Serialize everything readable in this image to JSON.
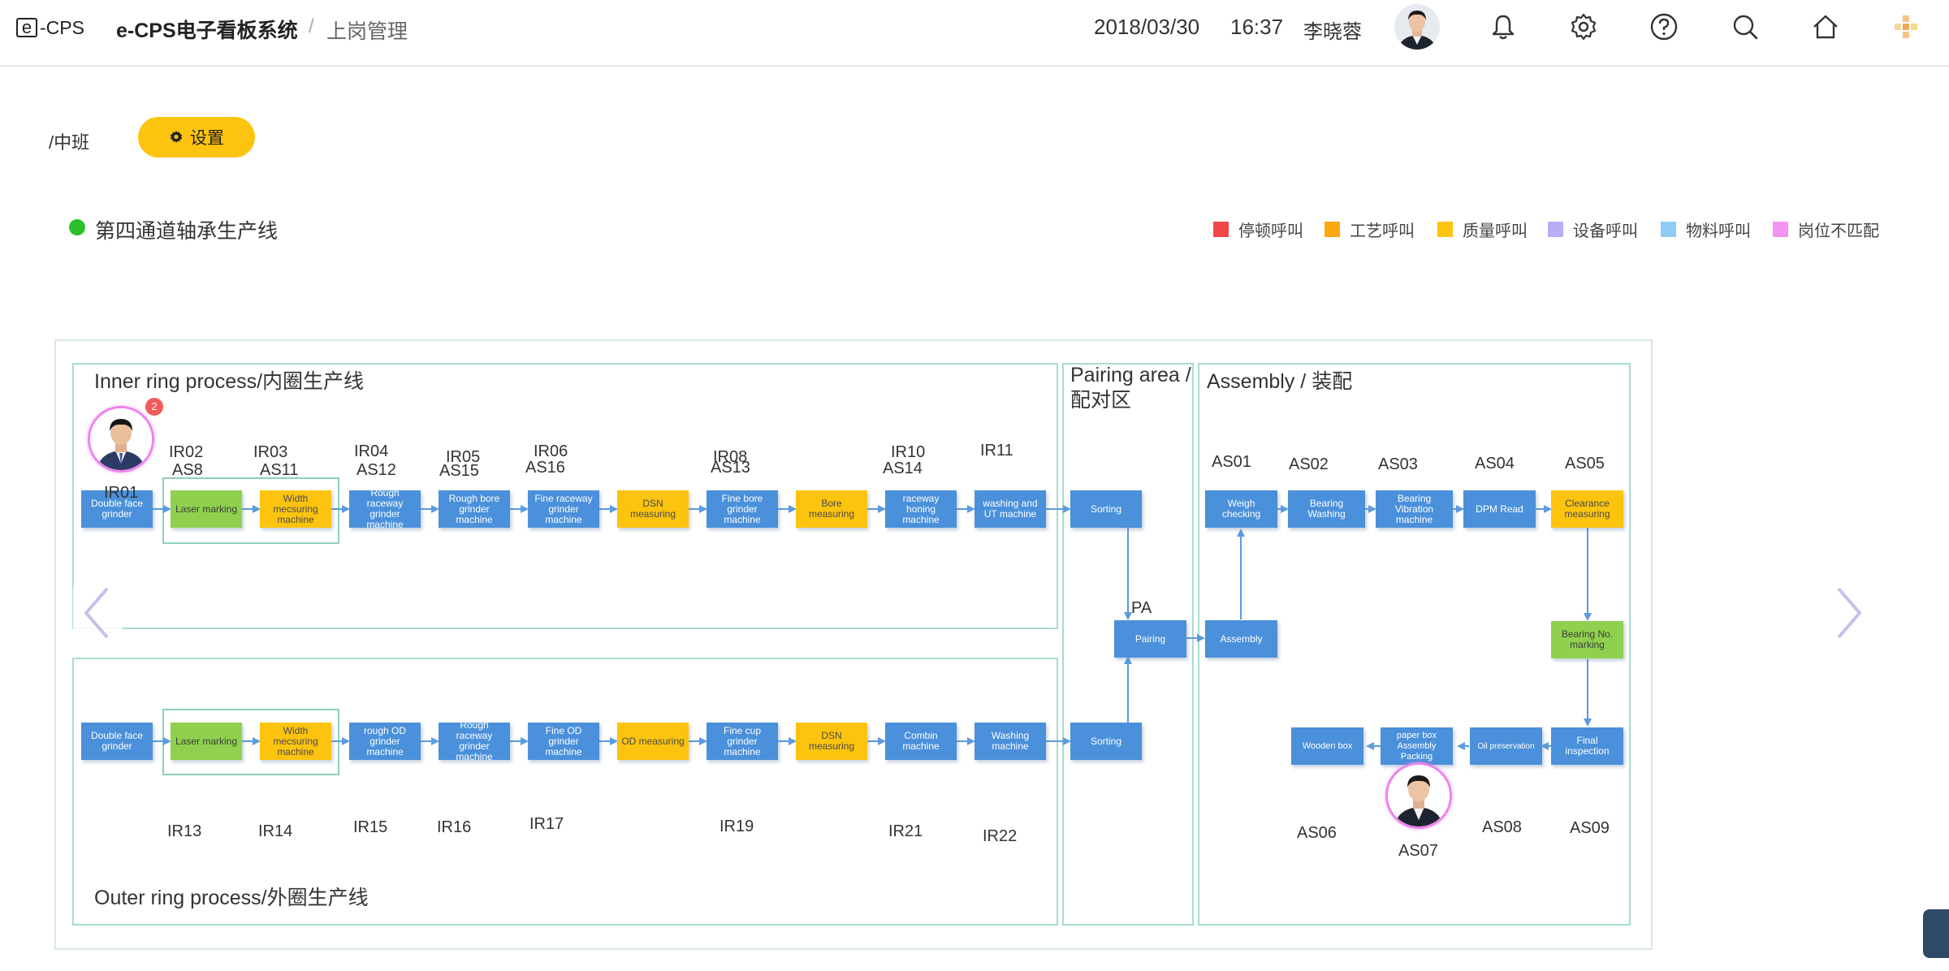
{
  "header": {
    "logo_e": "e",
    "logo_text": "-CPS",
    "app_title": "e-CPS电子看板系统",
    "breadcrumb_sep": "/",
    "breadcrumb_page": "上岗管理",
    "date": "2018/03/30",
    "time": "16:37",
    "user_name": "李晓蓉",
    "icons": [
      "bell-icon",
      "gear-icon",
      "help-icon",
      "search-icon",
      "home-icon",
      "apps-icon"
    ]
  },
  "toolbar": {
    "shift_label": "/中班",
    "settings_label": "设置"
  },
  "line": {
    "title": "第四通道轴承生产线",
    "status_color": "#2bc02b"
  },
  "legend": [
    {
      "label": "停顿呼叫",
      "color": "#f04848"
    },
    {
      "label": "工艺呼叫",
      "color": "#fda70f"
    },
    {
      "label": "质量呼叫",
      "color": "#fdc40f"
    },
    {
      "label": "设备呼叫",
      "color": "#b9aef5"
    },
    {
      "label": "物料呼叫",
      "color": "#8fcdf5"
    },
    {
      "label": "岗位不匹配",
      "color": "#f593f0"
    }
  ],
  "regions": {
    "inner_title": "Inner ring process/内圈生产线",
    "outer_title": "Outer ring process/外圈生产线",
    "pairing_title": "Pairing area /配对区",
    "assembly_title": "Assembly / 装配"
  },
  "inner_badge": "2",
  "inner_machines": [
    {
      "label": "Double face grinder",
      "status": "normal"
    },
    {
      "label": "Laser marking",
      "status": "ok"
    },
    {
      "label": "Width mecsuring machine",
      "status": "quality"
    },
    {
      "label": "Rough raceway grinder machine",
      "status": "normal"
    },
    {
      "label": "Rough bore grinder machine",
      "status": "normal"
    },
    {
      "label": "Fine raceway grinder machine",
      "status": "normal"
    },
    {
      "label": "DSN measuring",
      "status": "quality"
    },
    {
      "label": "Fine bore grinder machine",
      "status": "normal"
    },
    {
      "label": "Bore measuring",
      "status": "quality"
    },
    {
      "label": "raceway honing machine",
      "status": "normal"
    },
    {
      "label": "washing and UT machine",
      "status": "normal"
    },
    {
      "label": "Sorting",
      "status": "normal"
    }
  ],
  "outer_machines": [
    {
      "label": "Double face grinder",
      "status": "normal"
    },
    {
      "label": "Laser marking",
      "status": "ok"
    },
    {
      "label": "Width mecsuring machine",
      "status": "quality"
    },
    {
      "label": "rough OD grinder machine",
      "status": "normal"
    },
    {
      "label": "Rough raceway grinder machine",
      "status": "normal"
    },
    {
      "label": "Fine OD grinder machine",
      "status": "normal"
    },
    {
      "label": "OD measuring",
      "status": "quality"
    },
    {
      "label": "Fine cup grinder machine",
      "status": "normal"
    },
    {
      "label": "DSN measuring",
      "status": "quality"
    },
    {
      "label": "Combin machine",
      "status": "normal"
    },
    {
      "label": "Washing machine",
      "status": "normal"
    },
    {
      "label": "Sorting",
      "status": "normal"
    }
  ],
  "pairing_machine": {
    "label": "Pairing",
    "station": "PA"
  },
  "assembly_machines": {
    "assembly": "Assembly",
    "weigh": "Weigh checking",
    "washing": "Bearing Washing",
    "vibration": "Bearing Vibration machine",
    "dpm": "DPM Read",
    "clearance": "Clearance measuring",
    "bearing_no": "Bearing No. marking",
    "final": "Final inspection",
    "oil": "Oil preservation",
    "paper": "paper box Assembly Packing",
    "wooden": "Wooden box"
  },
  "inner_stations_top": [
    "IR01",
    "IR02",
    "IR03",
    "IR04",
    "IR05",
    "IR06",
    "IR08",
    "IR10",
    "IR11"
  ],
  "inner_stations_bottom": [
    "AS8",
    "AS11",
    "AS12",
    "AS15",
    "AS16",
    "AS13",
    "AS14"
  ],
  "outer_stations": [
    "IR13",
    "IR14",
    "IR15",
    "IR16",
    "IR17",
    "IR19",
    "IR21",
    "IR22"
  ],
  "assembly_stations": [
    "AS01",
    "AS02",
    "AS03",
    "AS04",
    "AS05",
    "AS06",
    "AS07",
    "AS08",
    "AS09"
  ]
}
